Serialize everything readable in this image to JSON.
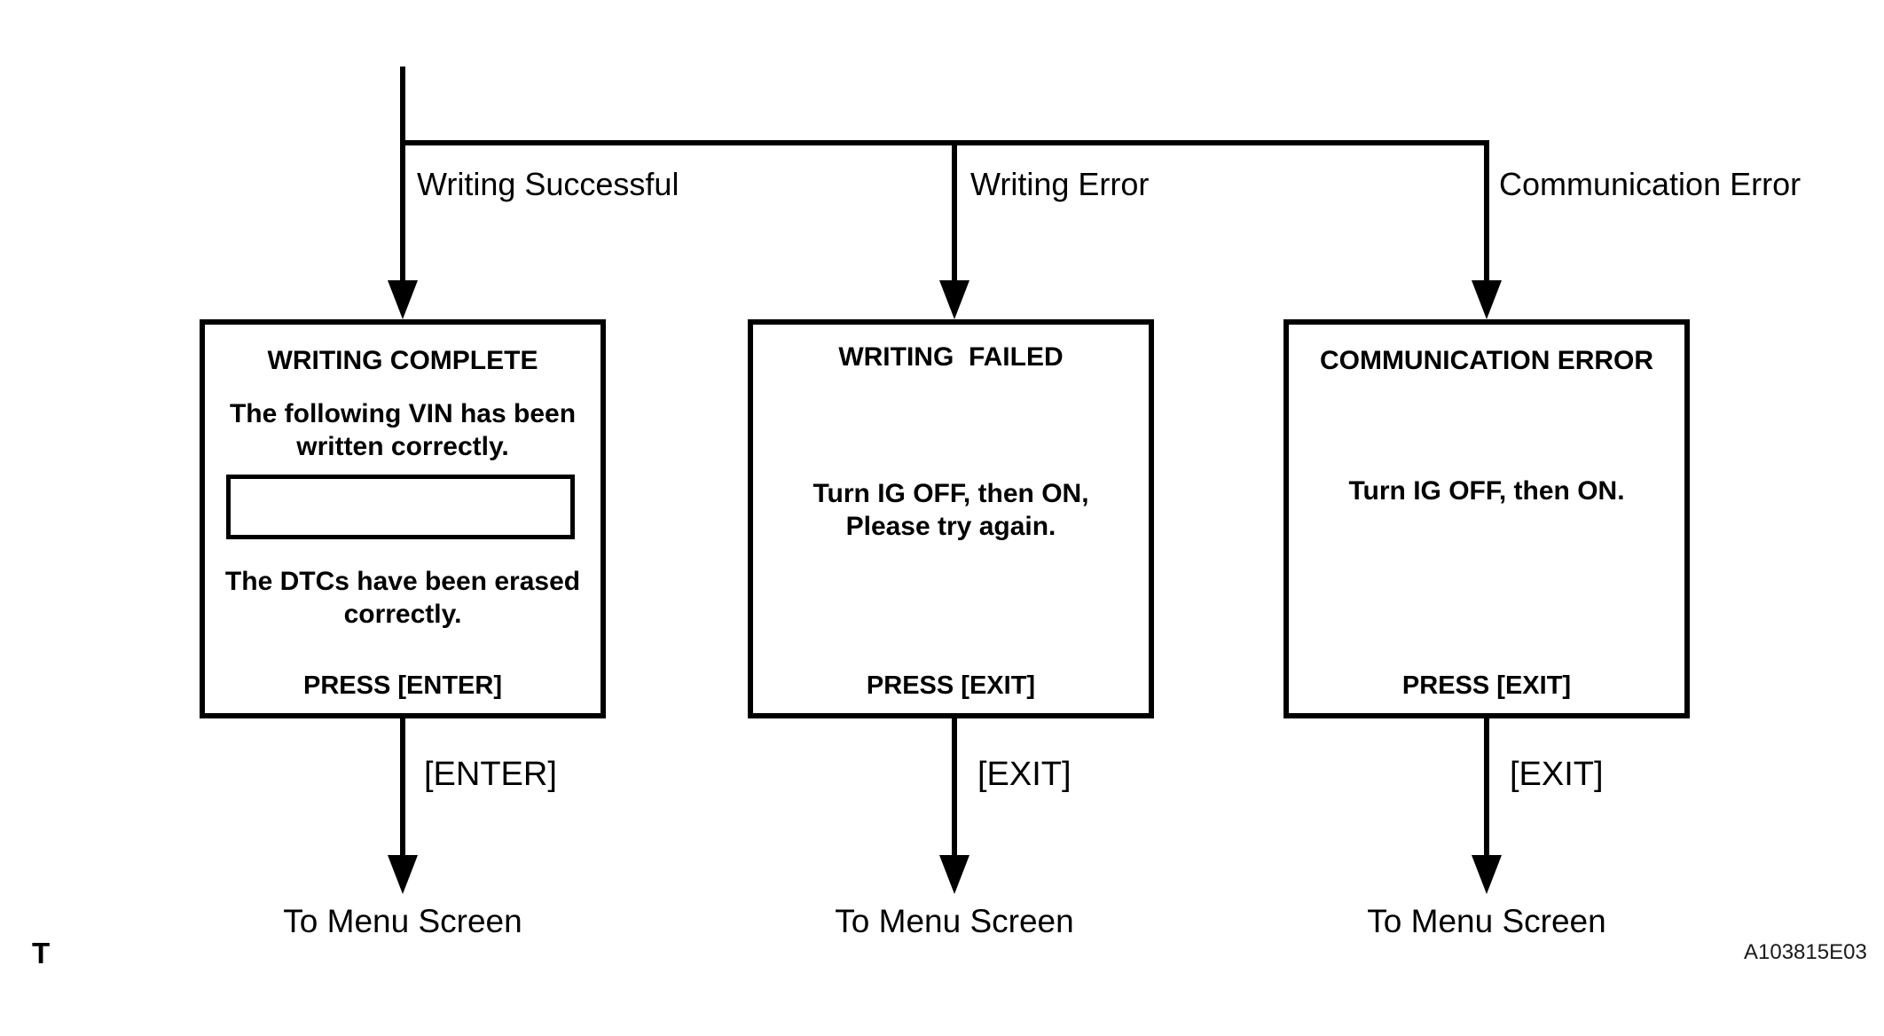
{
  "diagram": {
    "background": "#ffffff",
    "line_color": "#000000",
    "branches": [
      {
        "label": "Writing Successful",
        "box": {
          "title": "WRITING COMPLETE",
          "message_top": "The following VIN has been\nwritten correctly.",
          "vin_field_value": "",
          "message_bottom": "The DTCs have been erased\ncorrectly.",
          "press": "PRESS [ENTER]"
        },
        "key_label": "[ENTER]",
        "destination": "To Menu Screen"
      },
      {
        "label": "Writing Error",
        "box": {
          "title": "WRITING  FAILED",
          "message": "Turn IG OFF, then ON,\nPlease try again.",
          "press": "PRESS [EXIT]"
        },
        "key_label": "[EXIT]",
        "destination": "To Menu Screen"
      },
      {
        "label": "Communication Error",
        "box": {
          "title": "COMMUNICATION ERROR",
          "message": "Turn IG OFF, then ON.",
          "press": "PRESS [EXIT]"
        },
        "key_label": "[EXIT]",
        "destination": "To Menu Screen"
      }
    ],
    "footer": {
      "page_marker": "T",
      "figure_id": "A103815E03"
    }
  }
}
